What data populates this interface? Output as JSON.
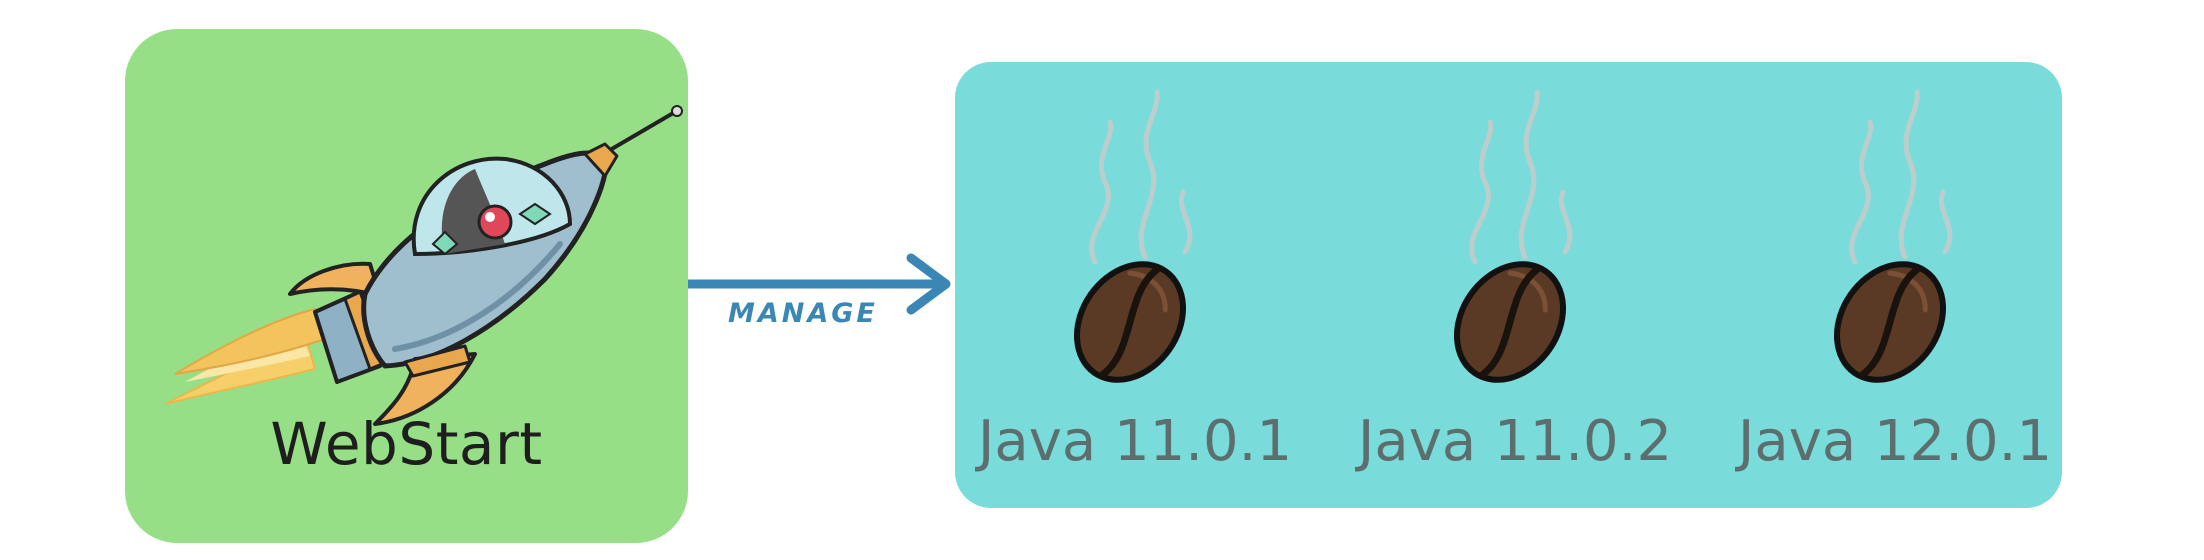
{
  "diagram": {
    "source": {
      "label": "WebStart",
      "icon": "rocket-icon"
    },
    "edge": {
      "label": "MANAGE",
      "color": "#3a86b5"
    },
    "targets": [
      {
        "label": "Java 11.0.1",
        "icon": "coffee-bean-icon"
      },
      {
        "label": "Java 11.0.2",
        "icon": "coffee-bean-icon"
      },
      {
        "label": "Java 12.0.1",
        "icon": "coffee-bean-icon"
      }
    ]
  },
  "colors": {
    "source_box": "#97df87",
    "target_box": "#79dcdb",
    "arrow": "#3a86b5",
    "java_label": "#5d6e6e",
    "source_label": "#1e1e1e"
  }
}
